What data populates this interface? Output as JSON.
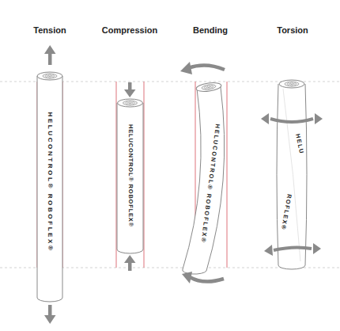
{
  "diagram": {
    "labels": [
      "Tension",
      "Compression",
      "Bending",
      "Torsion",
      "HELUCONTROL® ROBOFLEX®",
      "HELUCONTROL® ROBOFLEX®",
      "HELUCONTROL® ROBOFLEX®",
      "HELU",
      "ROFLEX®"
    ]
  }
}
